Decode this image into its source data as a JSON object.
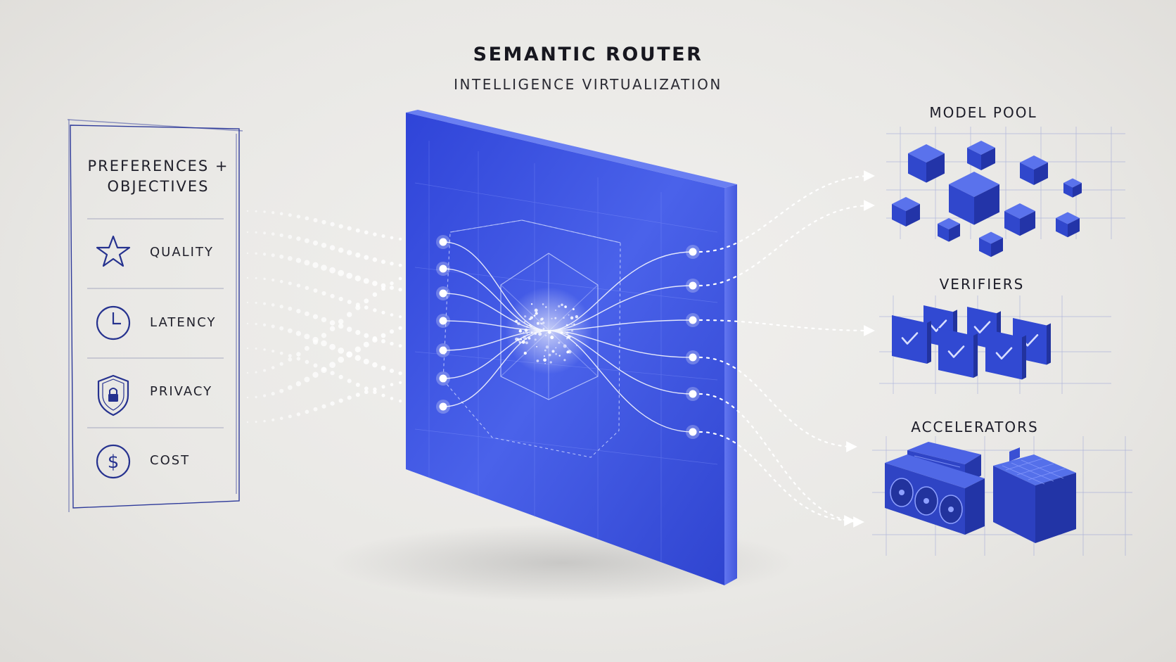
{
  "header": {
    "title": "SEMANTIC ROUTER",
    "subtitle": "INTELLIGENCE VIRTUALIZATION"
  },
  "preferences_panel": {
    "heading_line1": "PREFERENCES +",
    "heading_line2": "OBJECTIVES",
    "items": [
      {
        "label": "QUALITY",
        "icon": "star-icon"
      },
      {
        "label": "LATENCY",
        "icon": "clock-icon"
      },
      {
        "label": "PRIVACY",
        "icon": "shield-lock-icon"
      },
      {
        "label": "COST",
        "icon": "dollar-coin-icon"
      }
    ]
  },
  "destinations": [
    {
      "label": "MODEL POOL",
      "icon": "cube-cluster-icon"
    },
    {
      "label": "VERIFIERS",
      "icon": "checkmark-card-icon"
    },
    {
      "label": "ACCELERATORS",
      "icon": "gpu-chip-icon"
    }
  ],
  "colors": {
    "router_blue": "#3347d6",
    "router_blue_dark": "#2233b8",
    "ink": "#1f2a8c",
    "background": "#ecebe8"
  }
}
